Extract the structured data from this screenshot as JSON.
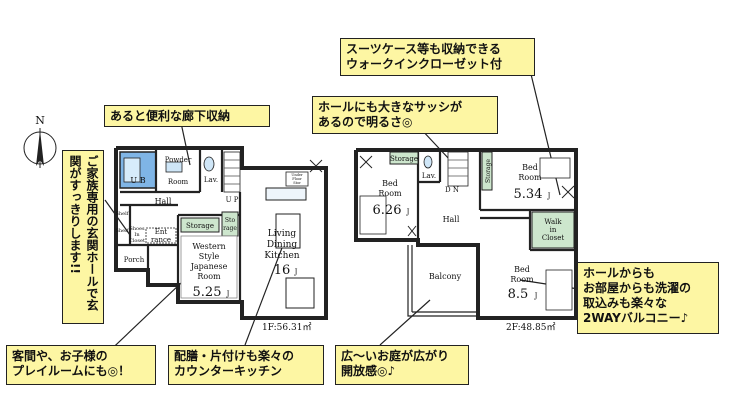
{
  "compass": {
    "north": "N"
  },
  "floor1": {
    "area_label": "1F:56.31㎡",
    "rooms": {
      "ub": "U B",
      "powder_room_1": "Powder",
      "powder_room_2": "Room",
      "lav": "Lav.",
      "up": "U P",
      "hall": "Hall",
      "shelf1": "Shelf",
      "shelf2": "Shelf",
      "shoes_closet_1": "Shoes",
      "shoes_closet_2": "In",
      "shoes_closet_3": "Closet",
      "entrance_1": "Ent",
      "entrance_2": "rance",
      "porch": "Porch",
      "storage_1": "Storage",
      "storage_2_a": "Sto",
      "storage_2_b": "rage",
      "western_1": "Western",
      "western_2": "Style",
      "western_3": "Japanese",
      "western_4": "Room",
      "western_size": "5.25",
      "western_unit": "J",
      "ldk_1": "Living",
      "ldk_2": "Dining",
      "ldk_3": "Kitchen",
      "ldk_size": "16",
      "ldk_unit": "J",
      "fridge_1": "Under",
      "fridge_2": "Floor",
      "fridge_3": "Stor"
    }
  },
  "floor2": {
    "area_label": "2F:48.85㎡",
    "rooms": {
      "bed1_1": "Bed",
      "bed1_2": "Room",
      "bed1_size": "6.26",
      "bed1_unit": "J",
      "storage_a": "Storage",
      "lav": "Lav.",
      "dn": "D N",
      "hall": "Hall",
      "storage_b": "Storage",
      "bed2_1": "Bed",
      "bed2_2": "Room",
      "bed2_size": "5.34",
      "bed2_unit": "J",
      "walkin_1": "Walk",
      "walkin_2": "in",
      "walkin_3": "Closet",
      "balcony": "Balcony",
      "bed3_1": "Bed",
      "bed3_2": "Room",
      "bed3_size": "8.5",
      "bed3_unit": "J"
    }
  },
  "callouts": {
    "hallway_storage": "あると便利な廊下収納",
    "family_entrance": "ご家族専用の玄関ホールで玄関がすっきりします!!",
    "guest_room": [
      "客間や、お子様の",
      "プレイルームにも◎！"
    ],
    "counter_kitchen": [
      "配膳・片付けも楽々の",
      "カウンターキッチン"
    ],
    "garden": [
      "広〜いお庭が広がり",
      "開放感◎♪"
    ],
    "hall_sash": [
      "ホールにも大きなサッシが",
      "あるので明るさ◎"
    ],
    "walkin_closet": [
      "スーツケース等も収納できる",
      "ウォークインクローゼット付"
    ],
    "two_way_balcony": [
      "ホールからも",
      "お部屋からも洗濯の",
      "取込みも楽々な",
      "2WAYバルコニー♪"
    ]
  }
}
